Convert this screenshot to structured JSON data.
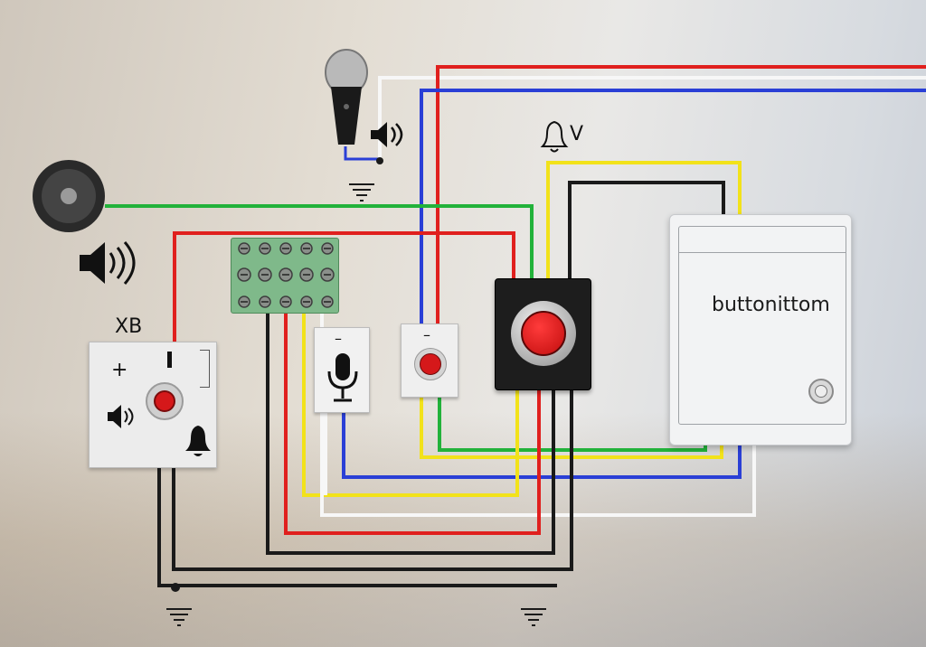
{
  "labels": {
    "xb": "XB",
    "v": "V",
    "box_text": "buttonittom",
    "plus": "+",
    "minus_mic": "–",
    "minus_btn": "–"
  },
  "icons": [
    "microphone-icon",
    "speaker-icon",
    "bell-icon",
    "ground-icon",
    "record-button-icon"
  ],
  "colors": {
    "red": "#e0201e",
    "blue": "#2a3fd6",
    "yellow": "#f2e21a",
    "green": "#22b23a",
    "black": "#1a1a1a",
    "white": "#f7f7f7"
  }
}
